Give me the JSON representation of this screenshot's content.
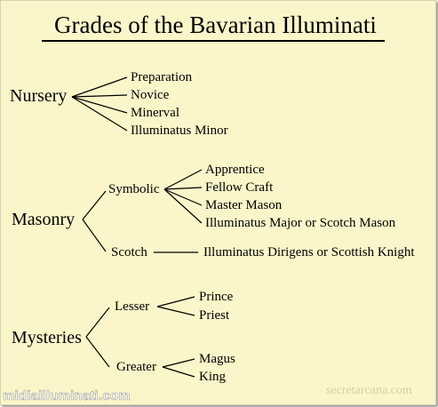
{
  "title": "Grades of the Bavarian Illuminati",
  "nursery": {
    "label": "Nursery",
    "items": [
      "Preparation",
      "Novice",
      "Minerval",
      "Illuminatus Minor"
    ]
  },
  "masonry": {
    "label": "Masonry",
    "symbolic": {
      "label": "Symbolic",
      "items": [
        "Apprentice",
        "Fellow Craft",
        "Master Mason",
        "Illuminatus Major or Scotch Mason"
      ]
    },
    "scotch": {
      "label": "Scotch",
      "items": [
        "Illuminatus Dirigens or Scottish Knight"
      ]
    }
  },
  "mysteries": {
    "label": "Mysteries",
    "lesser": {
      "label": "Lesser",
      "items": [
        "Prince",
        "Priest"
      ]
    },
    "greater": {
      "label": "Greater",
      "items": [
        "Magus",
        "King"
      ]
    }
  },
  "watermark_left": "midiailluminati.com",
  "watermark_right": "secretarcana.com"
}
